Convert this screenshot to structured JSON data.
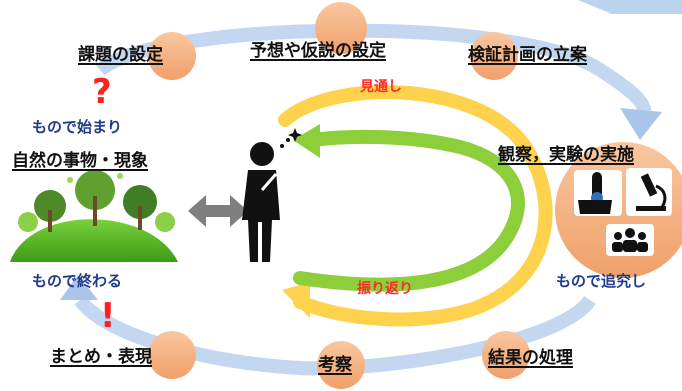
{
  "steps": {
    "kadai": "課題の設定",
    "yoso": "予想や仮説の設定",
    "kensho": "検証計画の立案",
    "kansatsu": "観察，実験の実施",
    "kekka": "結果の処理",
    "kosatsu": "考察",
    "matome": "まとめ・表現"
  },
  "phrases": {
    "start": "もので始まり",
    "nature": "自然の事物・現象",
    "end": "もので終わる",
    "inquire": "もので追究し"
  },
  "arrows": {
    "foresight": "見通し",
    "reflection": "振り返り"
  },
  "marks": {
    "question": "?",
    "exclamation": "!"
  },
  "icons": [
    "thinking-person-icon",
    "nature-globe-icon",
    "double-arrow-icon",
    "test-tube-hand-icon",
    "microscope-icon",
    "group-people-icon"
  ],
  "colors": {
    "cycle_blue": "#bcd3f0",
    "node_orange": "#f6b98d",
    "foresight_yellow": "#ffd24d",
    "reflection_green": "#8ccf3a",
    "label_blue": "#1f3c8c",
    "accent_red": "#ff2020"
  }
}
